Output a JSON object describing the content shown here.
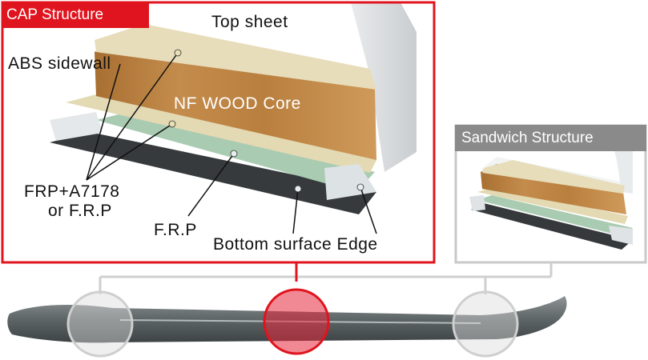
{
  "cap_box": {
    "title": "CAP Structure",
    "labels": {
      "top_sheet": "Top sheet",
      "abs_sidewall": "ABS sidewall",
      "core": "NF WOOD Core",
      "frp_line1": "FRP+A7178",
      "frp_line2": "or F.R.P",
      "frp": "F.R.P",
      "bottom": "Bottom surface Edge"
    }
  },
  "sandwich_box": {
    "title": "Sandwich Structure"
  },
  "colors": {
    "cap_accent": "#e0141e",
    "sandwich_accent": "#8a8a8a",
    "wood": "#c08846",
    "top_sheet": "#e6dcb8",
    "fiberglass": "#a9cbb2",
    "base": "#3a3a3a",
    "edge": "#e3e7ea"
  }
}
